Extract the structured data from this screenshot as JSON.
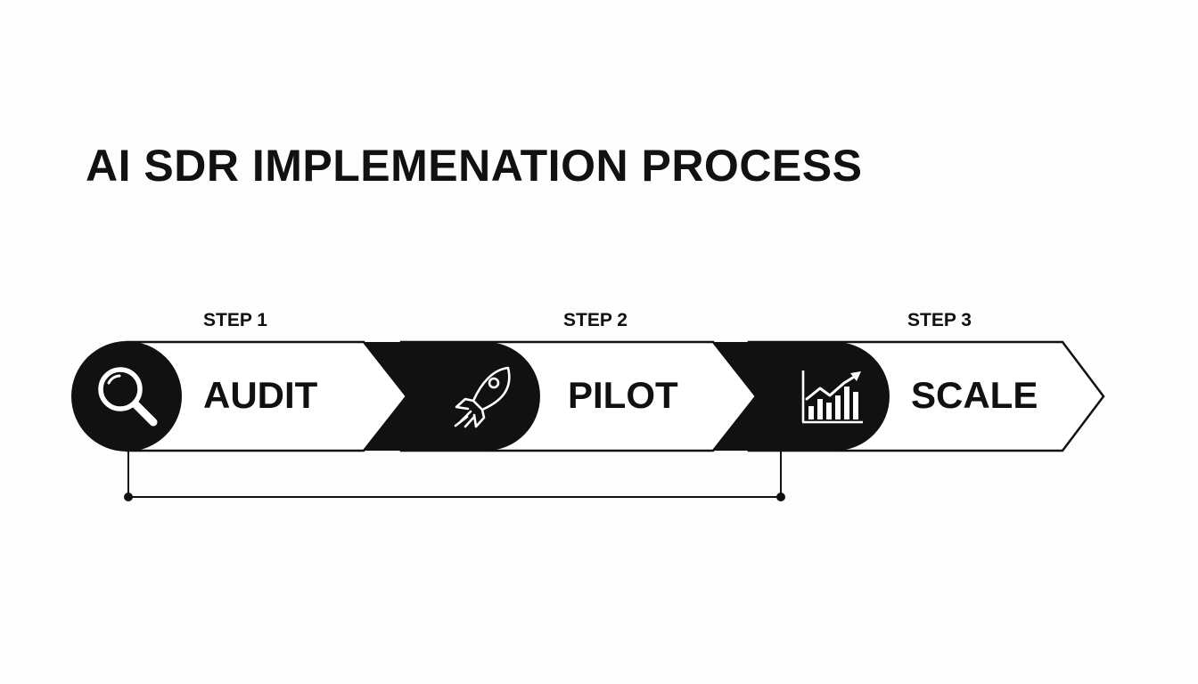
{
  "title": "AI SDR IMPLEMENATION PROCESS",
  "steps": [
    {
      "label": "STEP 1",
      "name": "AUDIT",
      "icon": "magnifying-glass-icon"
    },
    {
      "label": "STEP 2",
      "name": "PILOT",
      "icon": "rocket-icon"
    },
    {
      "label": "STEP 3",
      "name": "SCALE",
      "icon": "growth-chart-icon"
    }
  ],
  "colors": {
    "ink": "#111111",
    "background": "#fdfdfd",
    "fill": "#ffffff"
  }
}
